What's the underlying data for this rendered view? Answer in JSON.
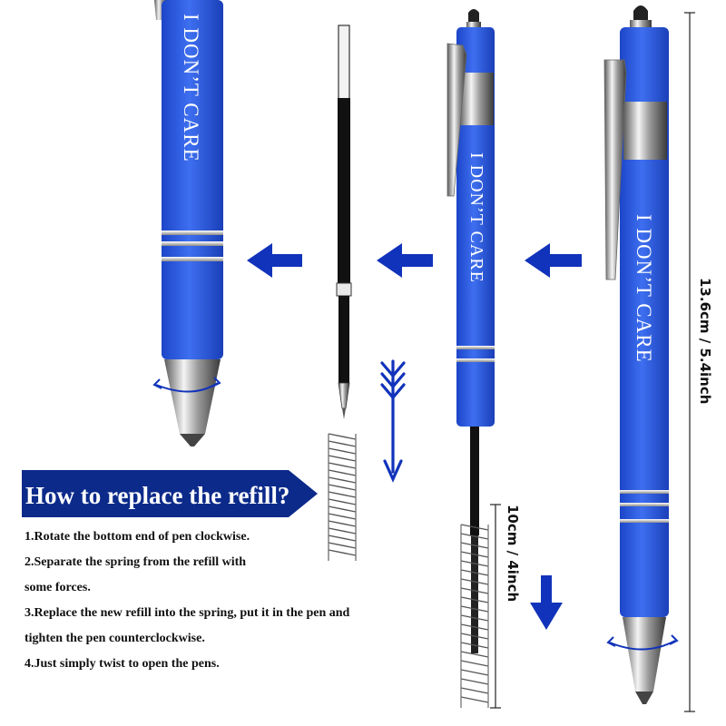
{
  "pen_text": "I DON’T CARE",
  "dimensions": {
    "length_total": "13.6cm / 5.4inch",
    "length_refill": "10cm / 4inch"
  },
  "instructions": {
    "title": "How to replace the refill?",
    "steps": [
      "1.Rotate the bottom end of pen clockwise.",
      "2.Separate the spring from the refill with",
      "some forces.",
      "3.Replace the new refill into the spring, put it in the pen and",
      "tighten the pen counterclockwise.",
      "4.Just simply twist to open the pens."
    ]
  },
  "colors": {
    "pen_blue": "#2f5fe0",
    "arrow_blue": "#1133bb",
    "banner_navy": "#0b2a8a"
  },
  "icons": [
    "left-arrow-icon",
    "down-arrow-icon",
    "rotate-arrow-icon"
  ]
}
